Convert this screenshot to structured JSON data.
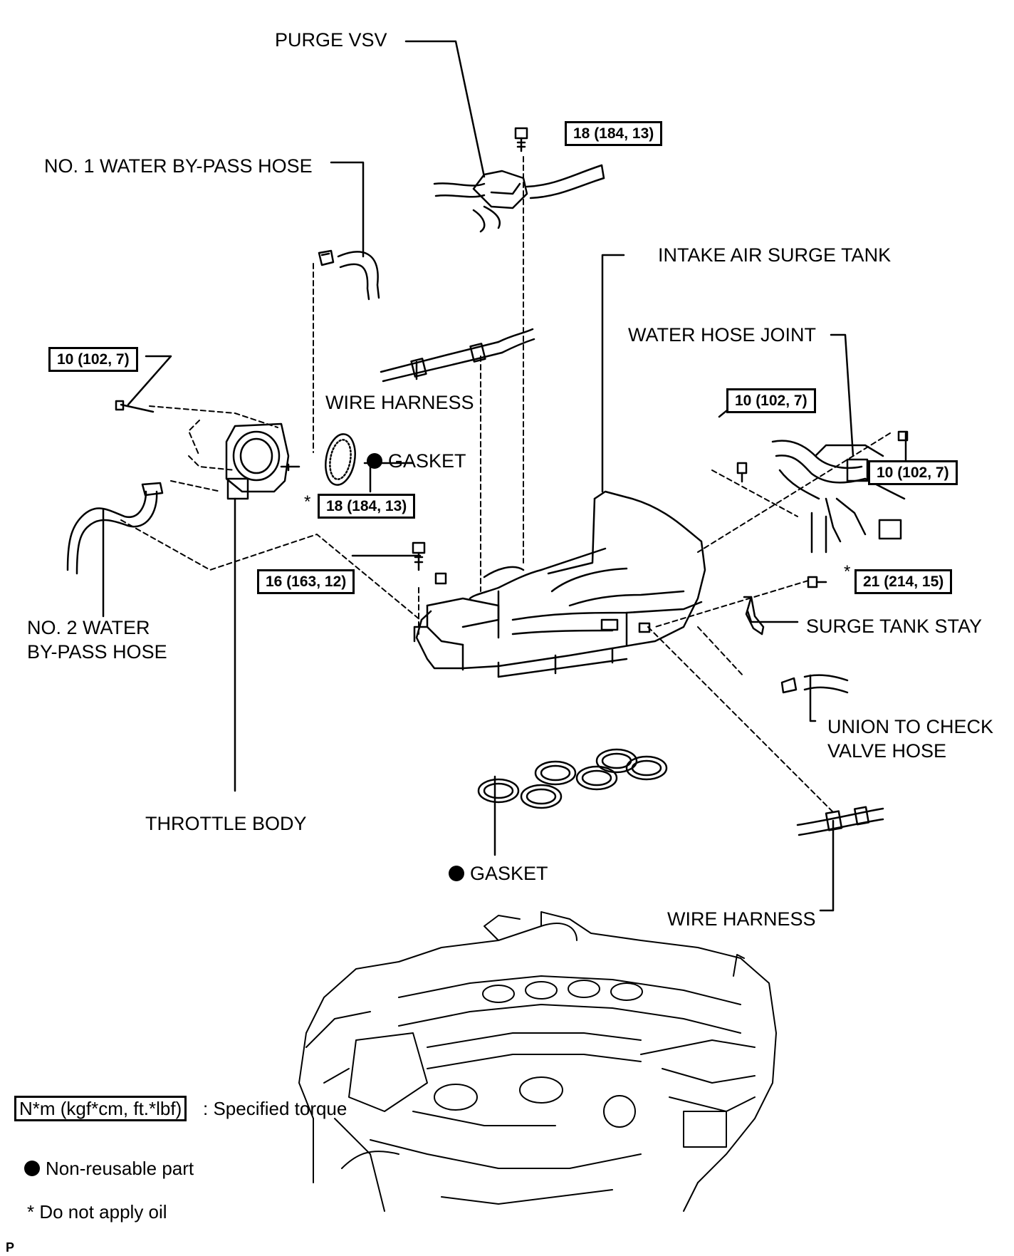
{
  "labels": {
    "purge_vsv": "PURGE VSV",
    "no1_water_bypass_hose": "NO. 1 WATER BY-PASS HOSE",
    "intake_air_surge_tank": "INTAKE AIR SURGE TANK",
    "water_hose_joint": "WATER HOSE JOINT",
    "wire_harness_upper": "WIRE HARNESS",
    "gasket_throttle": "GASKET",
    "no2_water_bypass_hose_line1": "NO. 2 WATER",
    "no2_water_bypass_hose_line2": "BY-PASS HOSE",
    "surge_tank_stay": "SURGE TANK STAY",
    "union_hose_line1": "UNION TO CHECK",
    "union_hose_line2": "VALVE HOSE",
    "throttle_body": "THROTTLE BODY",
    "gasket_manifold": "GASKET",
    "wire_harness_lower": "WIRE HARNESS"
  },
  "torques": {
    "purge_vsv_bolt": "18 (184, 13)",
    "throttle_bolt": "10 (102, 7)",
    "water_joint_bolt_left": "10 (102, 7)",
    "water_joint_bolt_right": "10 (102, 7)",
    "surge_tank_bolt": "18 (184, 13)",
    "surge_tank_nut": "16 (163, 12)",
    "stay_bolt": "21 (214, 15)"
  },
  "star": "*",
  "legend": {
    "torque_unit": "N*m (kgf*cm, ft.*lbf)",
    "torque_text": ": Specified torque",
    "non_reusable": "Non-reusable part",
    "no_oil": "* Do not apply oil"
  },
  "corner_mark": "P"
}
